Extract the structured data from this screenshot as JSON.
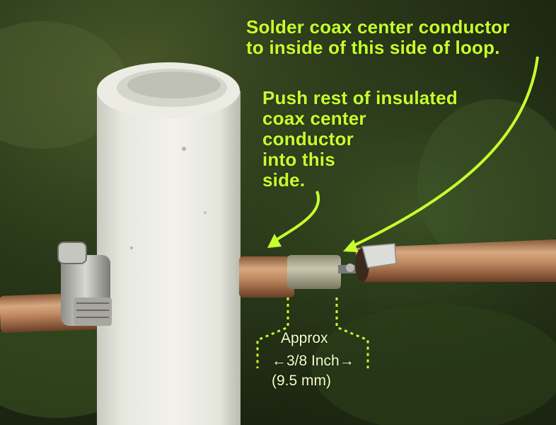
{
  "annotations": {
    "solder_note": {
      "lines": [
        "Solder coax center conductor",
        "to inside of this side of loop."
      ]
    },
    "push_note": {
      "lines": [
        "Push rest of insulated",
        "coax center",
        "conductor",
        "into this",
        "side."
      ]
    },
    "measurement": {
      "approx": "Approx",
      "size": "3/8 Inch",
      "metric": "(9.5 mm)",
      "left_arrow": "←",
      "right_arrow": "→"
    }
  },
  "colors": {
    "annotation_text": "#c8ff2e",
    "measurement_text": "#f4ffc4",
    "background_foliage": "#2e3d1c",
    "pvc_pipe": "#e9eae2",
    "copper_tube": "#b8865f"
  }
}
